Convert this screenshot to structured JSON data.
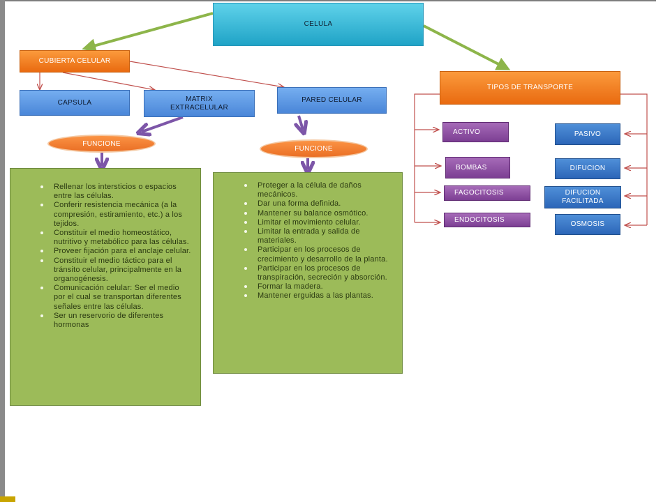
{
  "nodes": {
    "celula": "CELULA",
    "cubierta_celular": "CUBIERTA CELULAR",
    "capsula": "CAPSULA",
    "matrix_extracelular": "MATRIX EXTRACELULAR",
    "pared_celular": "PARED CELULAR",
    "funcione_left": "FUNCIONE",
    "funcione_right": "FUNCIONE",
    "tipos_transporte": "TIPOS DE TRANSPORTE",
    "activo": "ACTIVO",
    "bombas": "BOMBAS",
    "fagocitosis": "FAGOCITOSIS",
    "endocitosis": "ENDOCITOSIS",
    "pasivo": "PASIVO",
    "difucion": "DIFUCION",
    "difucion_facilitada": "DIFUCION FACILITADA",
    "osmosis": "OSMOSIS"
  },
  "matrix_functions": [
    "Rellenar los intersticios o espacios entre las células.",
    "Conferir resistencia mecánica (a la compresión, estiramiento, etc.) a los tejidos.",
    "Constituir el medio homeostático, nutritivo y metabólico para las células.",
    "Proveer fijación para el anclaje celular.",
    "Constituir el medio táctico para el tránsito celular, principalmente en la organogénesis.",
    "Comunicación celular: Ser el medio por el cual se transportan diferentes señales entre las células.",
    "Ser un reservorio de diferentes hormonas"
  ],
  "pared_functions": [
    "Proteger a la célula de daños mecánicos.",
    "Dar una forma definida.",
    "Mantener su balance osmótico.",
    "Limitar el movimiento celular.",
    "Limitar la entrada y salida de materiales.",
    "Participar en los procesos de crecimiento y desarrollo de la planta.",
    "Participar en los procesos de transpiración, secreción y absorción.",
    "Formar la madera.",
    "Mantener erguidas a las plantas."
  ],
  "colors": {
    "green_arrow": "#8db54a",
    "red_line": "#c0504d",
    "purple_arrow": "#7d56a8",
    "panel": "#9cbb59"
  }
}
